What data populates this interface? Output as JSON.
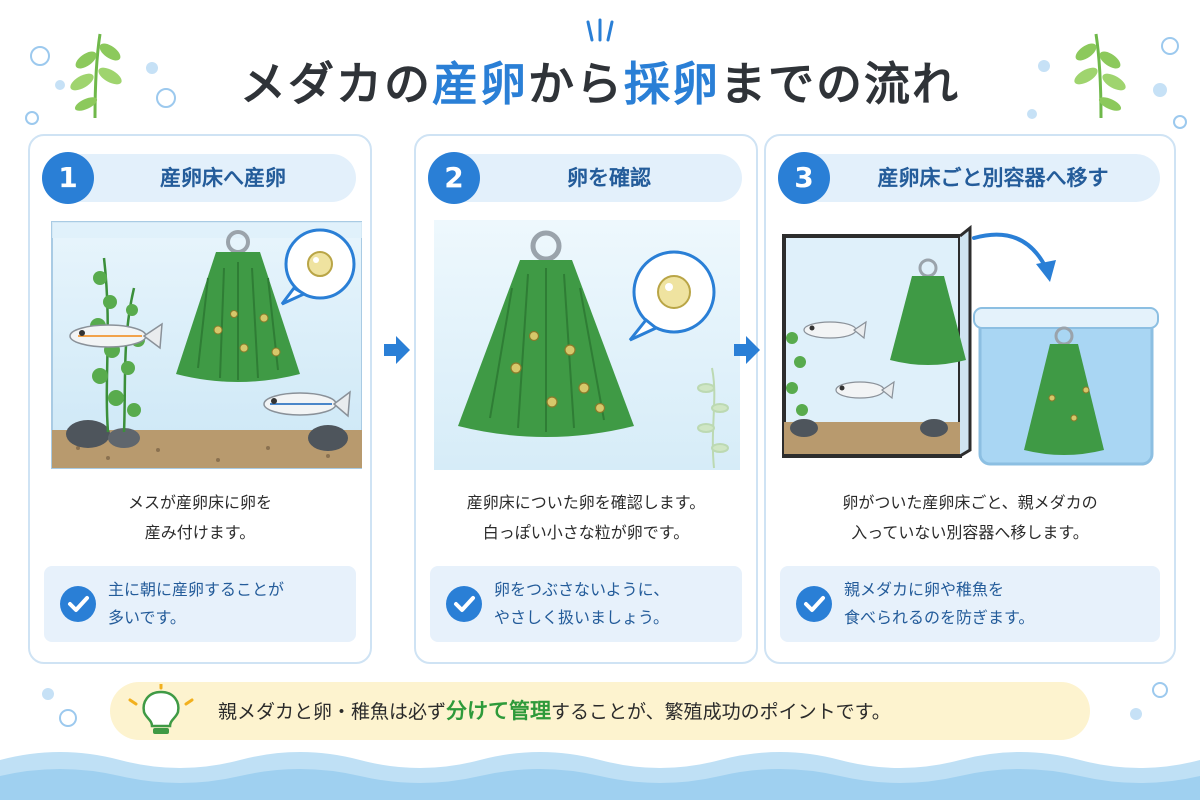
{
  "title": {
    "part1": "メダカの",
    "highlight1": "産卵",
    "part2": "から",
    "highlight2": "採卵",
    "part3": "までの流れ"
  },
  "steps": [
    {
      "number": "1",
      "title": "産卵床へ産卵",
      "desc_line1": "メスが産卵床に卵を",
      "desc_line2": "産み付けます。",
      "tip_line1": "主に朝に産卵することが",
      "tip_line2": "多いです。"
    },
    {
      "number": "2",
      "title": "卵を確認",
      "desc_line1": "産卵床についた卵を確認します。",
      "desc_line2": "白っぽい小さな粒が卵です。",
      "tip_line1": "卵をつぶさないように、",
      "tip_line2": "やさしく扱いましょう。"
    },
    {
      "number": "3",
      "title": "産卵床ごと別容器へ移す",
      "desc_line1": "卵がついた産卵床ごと、親メダカの",
      "desc_line2": "入っていない別容器へ移します。",
      "tip_line1": "親メダカに卵や稚魚を",
      "tip_line2": "食べられるのを防ぎます。"
    }
  ],
  "footer": {
    "part1": "親メダカと卵・稚魚は必ず",
    "highlight": "分けて管理",
    "part2": "することが、繁殖成功のポイントです。"
  },
  "icons": {
    "step_badge": "numbered-circle-icon",
    "tip": "check-circle-icon",
    "footer": "lightbulb-icon",
    "flow": "arrow-right-icon"
  },
  "colors": {
    "accent": "#2a7fd6",
    "highlight_green": "#2e9a3a",
    "spawning_mop": "#3f9a45",
    "footer_bg": "#fdf3cf"
  }
}
